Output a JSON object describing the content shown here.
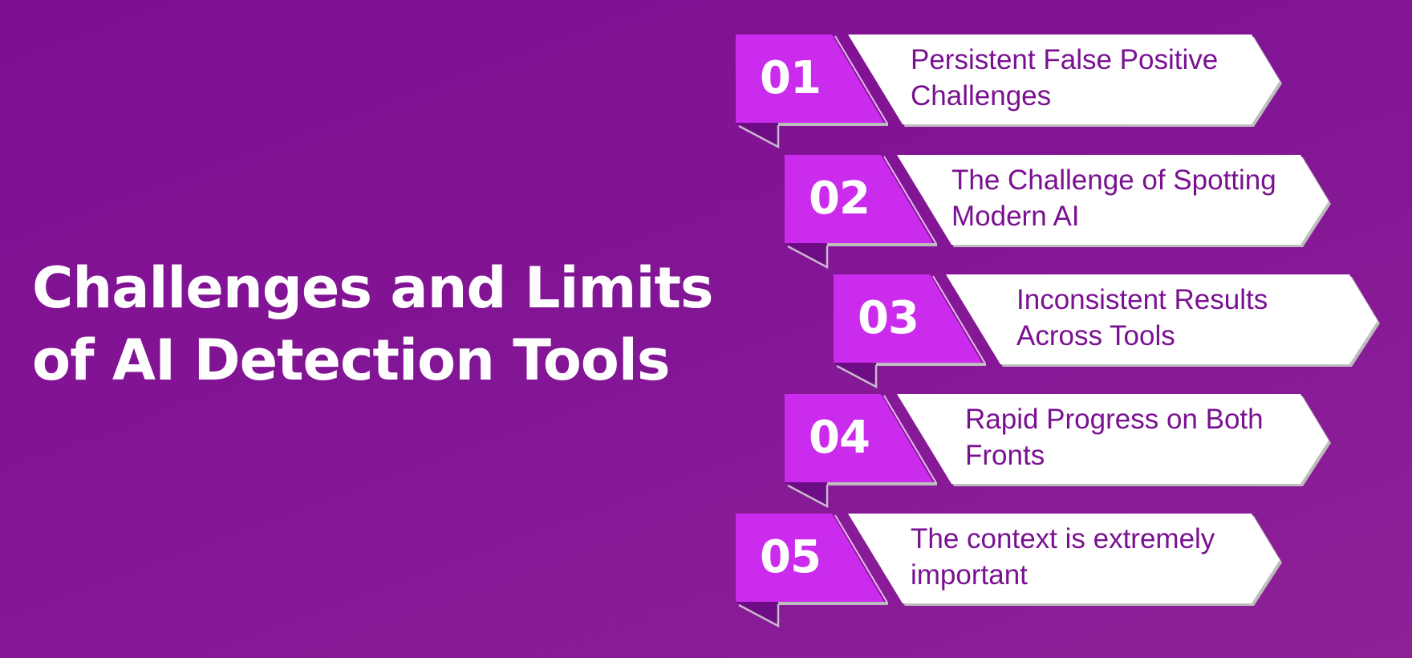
{
  "title": {
    "line1": "Challenges and Limits",
    "line2": "of AI Detection Tools"
  },
  "colors": {
    "background_start": "#7e0e93",
    "background_end": "#8e2196",
    "number_box": "#cb2bec",
    "label_box": "#ffffff",
    "label_text": "#7a1191",
    "shadow": "#bdbdbd",
    "fold": "#6e0c85"
  },
  "items": [
    {
      "number": "01",
      "line1": "Persistent False Positive",
      "line2": "Challenges"
    },
    {
      "number": "02",
      "line1": "The Challenge of Spotting",
      "line2": "Modern AI"
    },
    {
      "number": "03",
      "line1": "Inconsistent Results",
      "line2": "Across Tools"
    },
    {
      "number": "04",
      "line1": "Rapid Progress on Both",
      "line2": "Fronts"
    },
    {
      "number": "05",
      "line1": "The context is extremely",
      "line2": "important"
    }
  ]
}
